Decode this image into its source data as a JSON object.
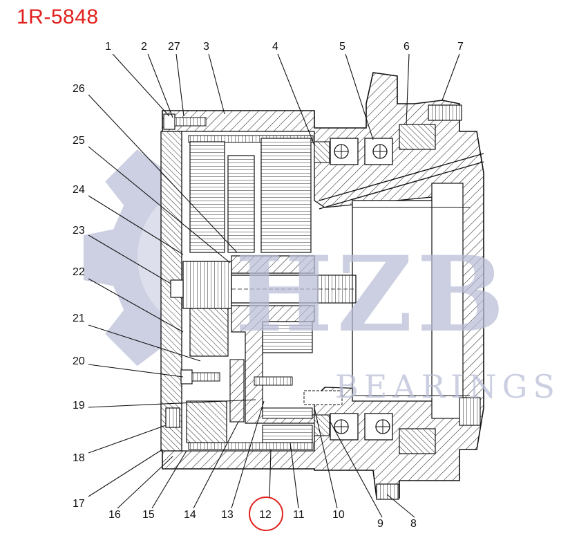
{
  "title": "1R-5848",
  "colors": {
    "title": "#e0201c",
    "highlight": "#e0201c",
    "watermark": "#b8bdd6",
    "line": "#111111"
  },
  "watermark": {
    "logo_text": "HZB",
    "sub_text": "BEARINGS"
  },
  "callouts": {
    "top": [
      "1",
      "2",
      "27",
      "3",
      "4",
      "5",
      "6",
      "7"
    ],
    "left": [
      "26",
      "25",
      "24",
      "23",
      "22",
      "21",
      "20",
      "19",
      "18",
      "17"
    ],
    "bottom": [
      "16",
      "15",
      "14",
      "13",
      "12",
      "11",
      "10",
      "9",
      "8"
    ]
  },
  "highlighted_callout": "12"
}
